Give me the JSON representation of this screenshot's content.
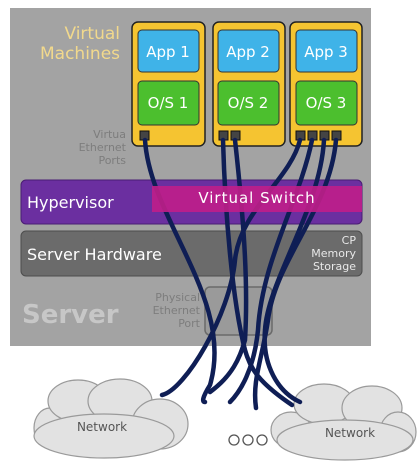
{
  "vm_section": {
    "line1": "Virtual",
    "line2": "Machines"
  },
  "vms": [
    {
      "app": "App 1",
      "os": "O/S 1"
    },
    {
      "app": "App 2",
      "os": "O/S 2"
    },
    {
      "app": "App 3",
      "os": "O/S 3"
    }
  ],
  "ports_label": {
    "line1": "Virtua",
    "line2": "Ethernet",
    "line3": "Ports"
  },
  "hypervisor": {
    "label": "Hypervisor",
    "switch_label": "Virtual  Switch"
  },
  "hardware": {
    "label": "Server Hardware",
    "res1": "CP",
    "res2": "Memory",
    "res3": "Storage"
  },
  "server": {
    "label": "Server"
  },
  "physical_ports": {
    "line1": "Physical",
    "line2": "Ethernet",
    "line3": "Port"
  },
  "networks": [
    {
      "label": "Network"
    },
    {
      "label": "Network"
    }
  ],
  "colors": {
    "server_bg": "#a3a3a3",
    "vm_frame": "#f5c431",
    "app_block": "#3fb3e8",
    "os_block": "#4cbf2e",
    "hypervisor": "#6b2fa0",
    "virtual_switch": "#c01e8a",
    "hardware": "#6b6b6b",
    "cable": "#0f1e55"
  }
}
